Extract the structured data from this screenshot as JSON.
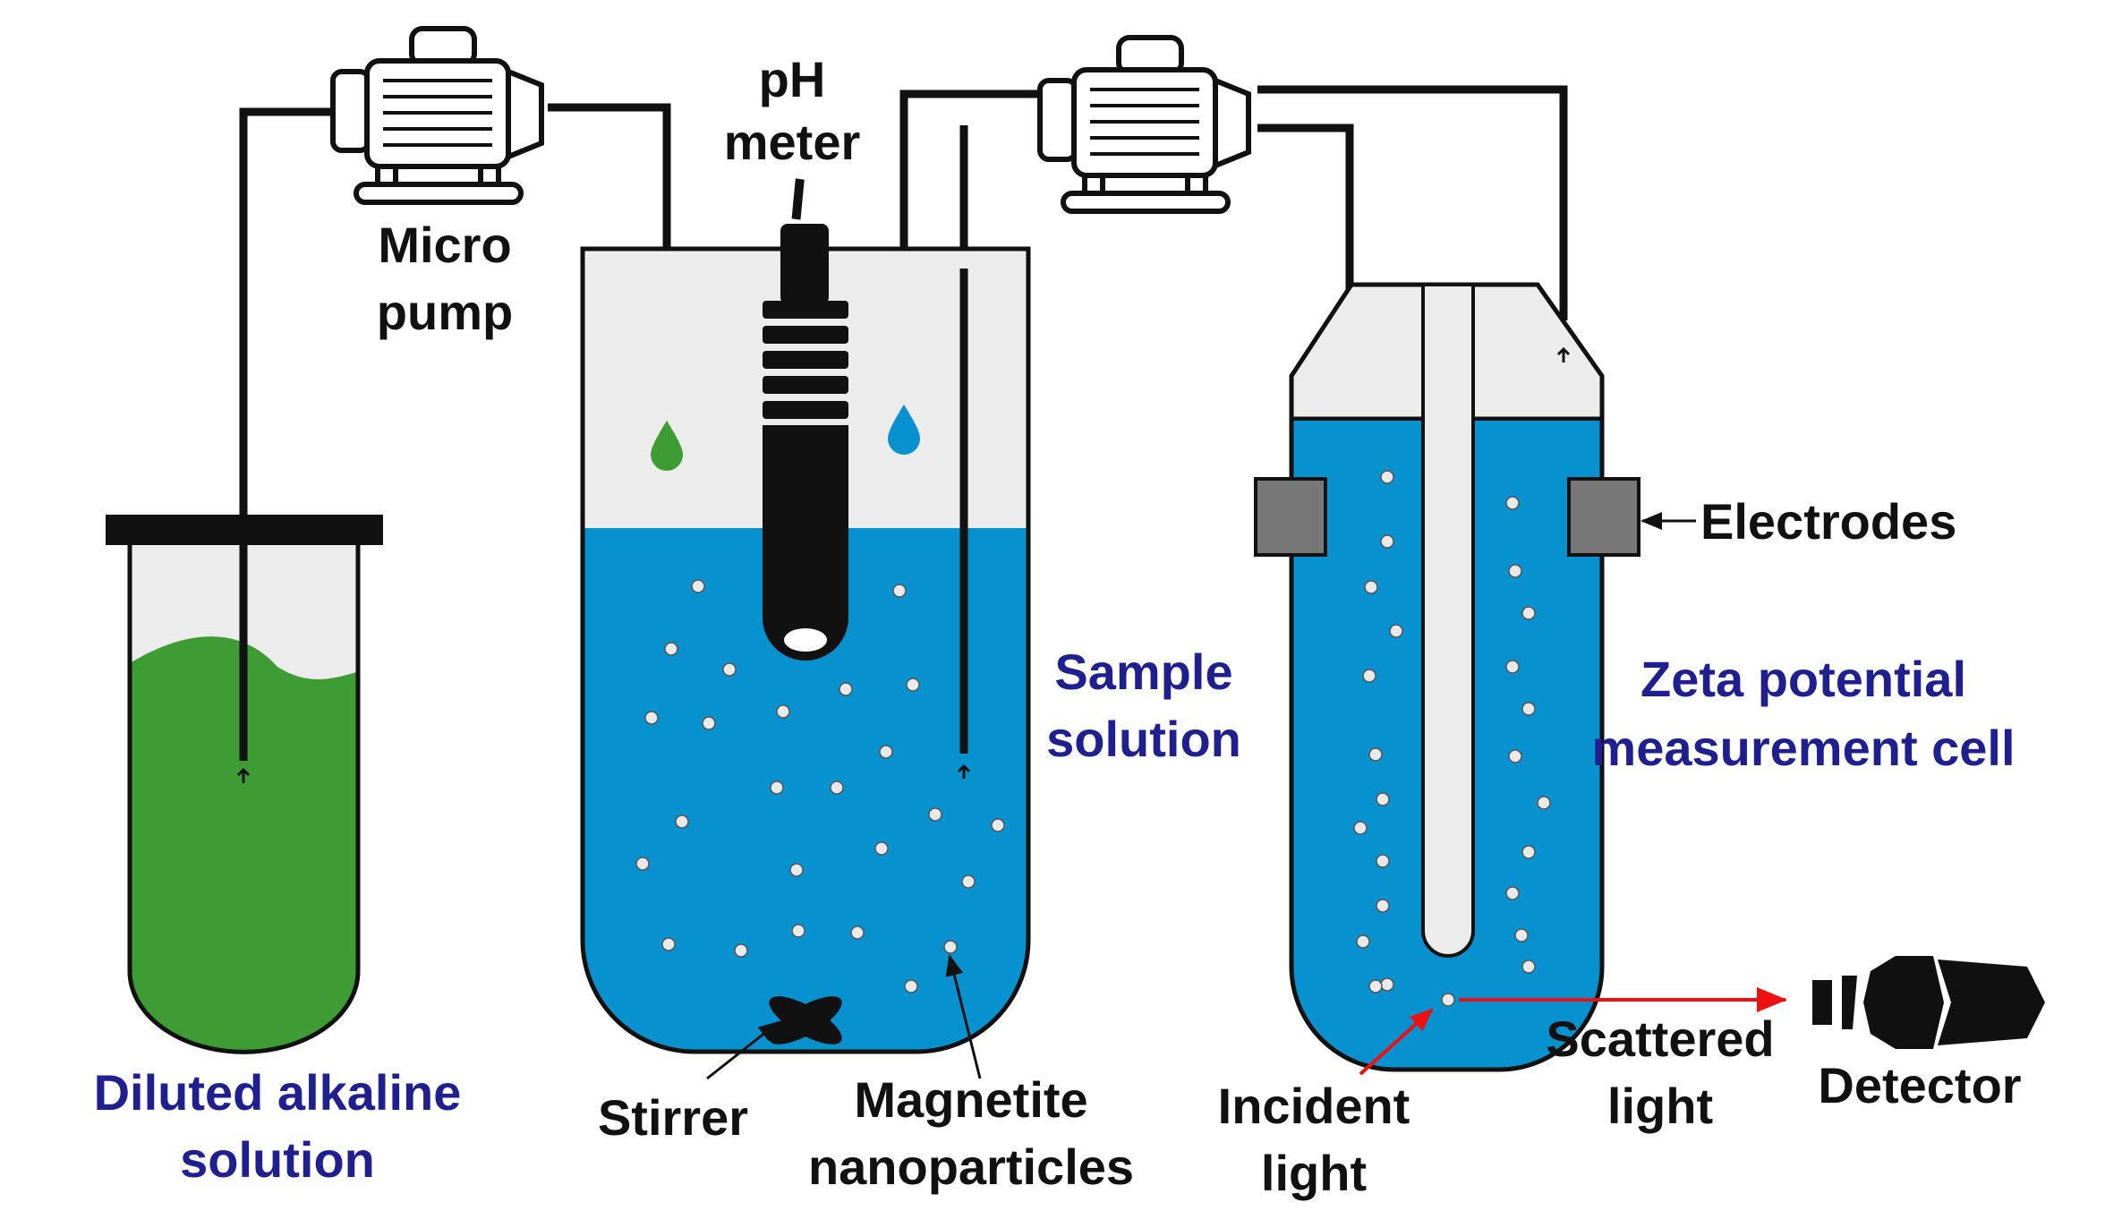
{
  "labels": {
    "micro_pump_1": "Micro",
    "micro_pump_2": "pump",
    "ph_meter_1": "pH",
    "ph_meter_2": "meter",
    "sample_solution_1": "Sample",
    "sample_solution_2": "solution",
    "zeta_cell_1": "Zeta potential",
    "zeta_cell_2": "measurement cell",
    "electrodes": "Electrodes",
    "diluted_1": "Diluted alkaline",
    "diluted_2": "solution",
    "stirrer": "Stirrer",
    "magnetite_1": "Magnetite",
    "magnetite_2": "nanoparticles",
    "incident_1": "Incident",
    "incident_2": "light",
    "scattered_1": "Scattered",
    "scattered_2": "light",
    "detector": "Detector"
  },
  "colors": {
    "black_text": "#111111",
    "blue_text": "#1f1f8f",
    "alkaline_green": "#3e9c35",
    "solution_blue": "#0891cf",
    "empty_grey": "#ececec",
    "electrode_grey": "#777777",
    "particle": "#e9e9e9",
    "laser_red": "#ee1111"
  }
}
